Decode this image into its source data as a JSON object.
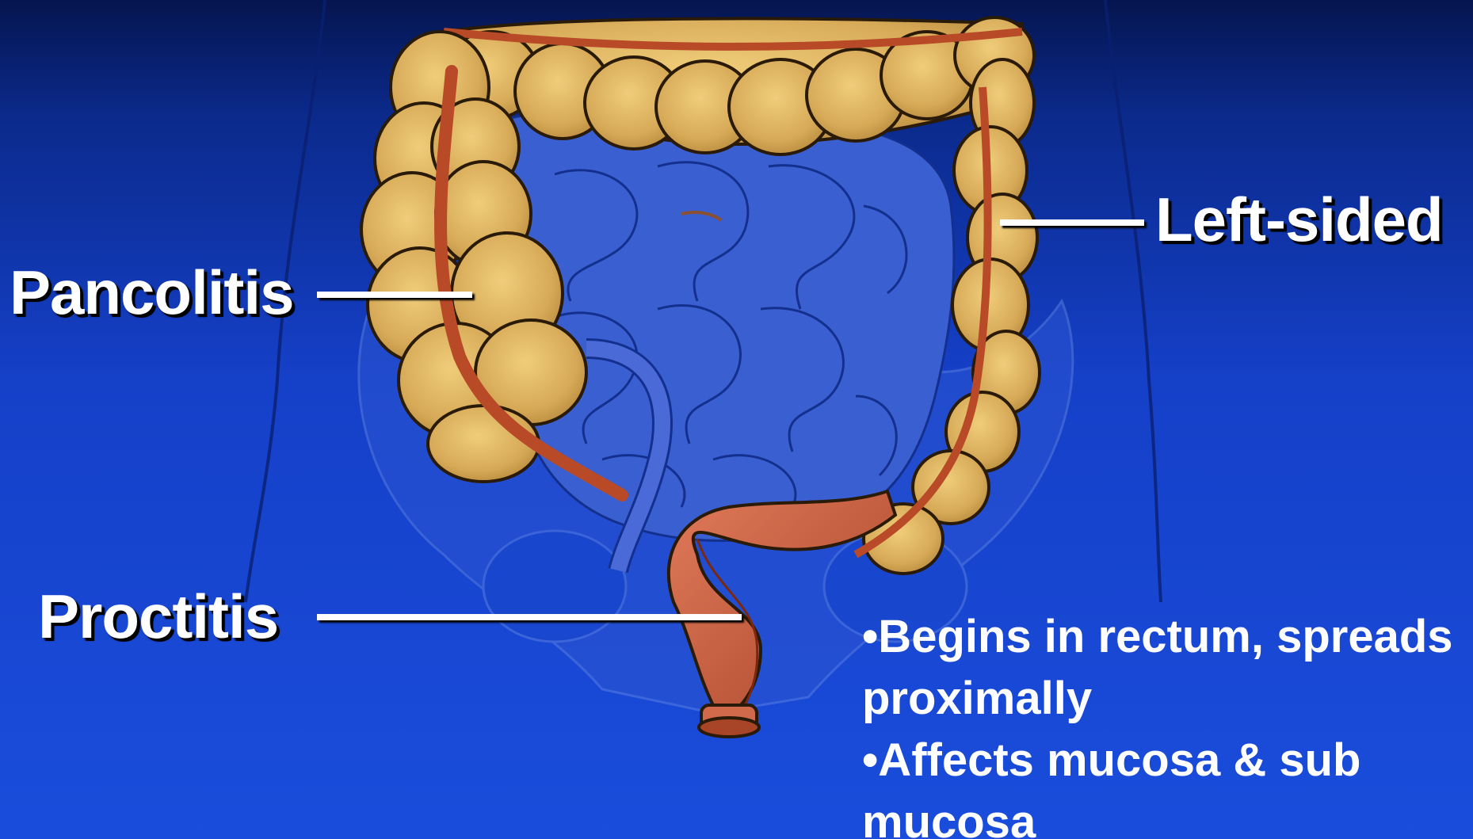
{
  "labels": {
    "left_sided": "Left-sided",
    "pancolitis": "Pancolitis",
    "proctitis": "Proctitis"
  },
  "bullets": [
    "•Begins in rectum, spreads proximally",
    "•Affects mucosa & sub mucosa"
  ],
  "colors": {
    "background_top": "#05154f",
    "background_bottom": "#1a4ddc",
    "colon_fill": "#d8ad58",
    "colon_outline": "#2a1a08",
    "artery_red": "#b84a28",
    "rectum_fill": "#c85d40",
    "small_intestine": "#3658c8",
    "label_text": "#ffffff"
  },
  "icons": {
    "illustration": "colon-anatomy-illustration"
  }
}
